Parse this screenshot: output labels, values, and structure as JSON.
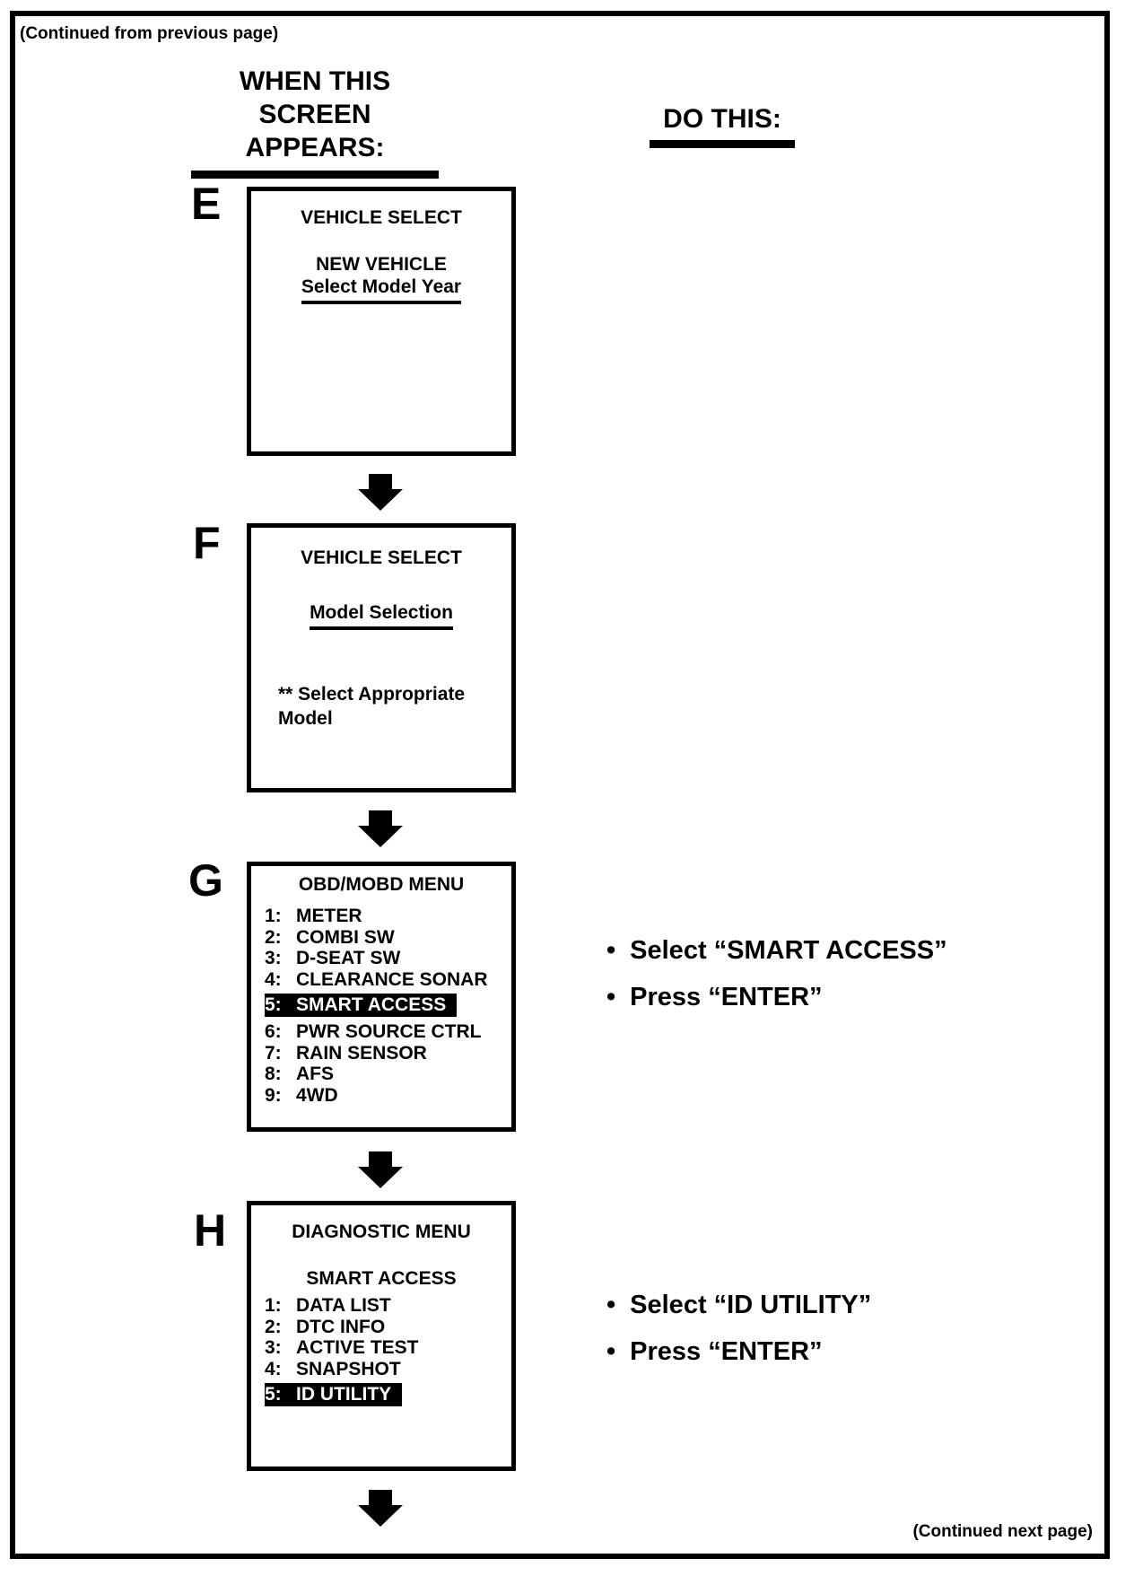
{
  "page": {
    "continued_from": "(Continued from previous page)",
    "continued_next": "(Continued next page)"
  },
  "headers": {
    "when_line1": "WHEN THIS",
    "when_line2": "SCREEN APPEARS:",
    "do_this": "DO THIS:"
  },
  "ui": {
    "bullet": "•"
  },
  "colors": {
    "ink": "#000000",
    "paper": "#ffffff",
    "highlight_bg": "#000000",
    "highlight_text": "#ffffff"
  },
  "steps": [
    {
      "id": "E",
      "screen": {
        "title1": "VEHICLE SELECT",
        "title2": "NEW VEHICLE",
        "subtitle": "Select Model Year"
      }
    },
    {
      "id": "F",
      "screen": {
        "title1": "VEHICLE SELECT",
        "subtitle": "Model Selection",
        "note_line1": "** Select Appropriate",
        "note_line2": "Model"
      }
    },
    {
      "id": "G",
      "screen": {
        "title1": "OBD/MOBD MENU",
        "menu": [
          {
            "num": "1:",
            "label": "METER"
          },
          {
            "num": "2:",
            "label": "COMBI SW"
          },
          {
            "num": "3:",
            "label": "D-SEAT SW"
          },
          {
            "num": "4:",
            "label": "CLEARANCE SONAR"
          },
          {
            "num": "5:",
            "label": "SMART ACCESS",
            "selected": true
          },
          {
            "num": "6:",
            "label": "PWR SOURCE CTRL"
          },
          {
            "num": "7:",
            "label": "RAIN SENSOR"
          },
          {
            "num": "8:",
            "label": "AFS"
          },
          {
            "num": "9:",
            "label": "4WD"
          }
        ]
      },
      "actions": [
        "Select  “SMART ACCESS”",
        "Press “ENTER”"
      ]
    },
    {
      "id": "H",
      "screen": {
        "title1": "DIAGNOSTIC MENU",
        "title2": "SMART ACCESS",
        "menu": [
          {
            "num": "1:",
            "label": "DATA LIST"
          },
          {
            "num": "2:",
            "label": "DTC INFO"
          },
          {
            "num": "3:",
            "label": "ACTIVE TEST"
          },
          {
            "num": "4:",
            "label": "SNAPSHOT"
          },
          {
            "num": "5:",
            "label": "ID UTILITY",
            "selected": true
          }
        ]
      },
      "actions": [
        "Select “ID UTILITY”",
        "Press “ENTER”"
      ]
    }
  ]
}
